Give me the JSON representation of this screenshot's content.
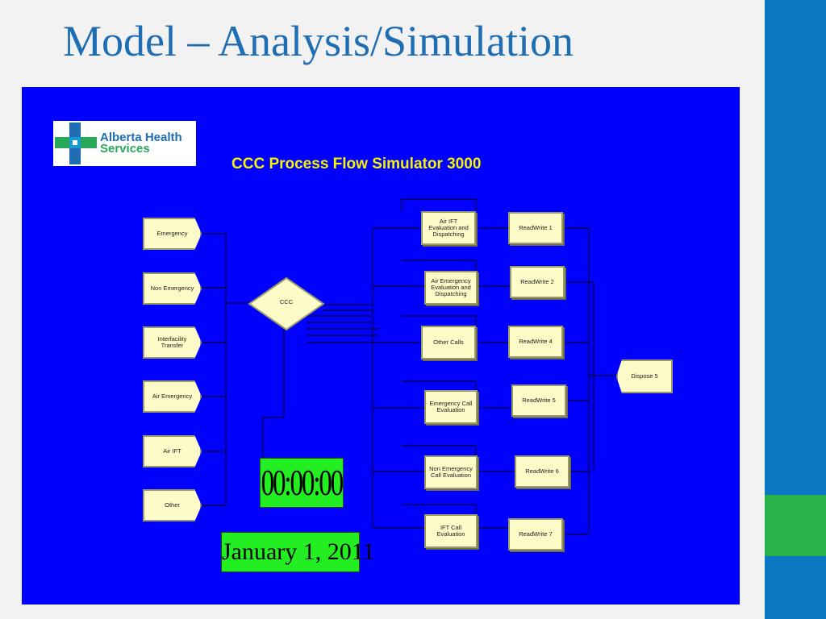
{
  "slide": {
    "title": "Model – Analysis/Simulation"
  },
  "logo": {
    "line1": "Alberta Health",
    "line2": "Services"
  },
  "simulator": {
    "title": "CCC Process Flow Simulator 3000"
  },
  "sources": [
    {
      "label": "Emergency"
    },
    {
      "label": "Non Emergency"
    },
    {
      "label": "Interfacility Transfer"
    },
    {
      "label": "Air Emergency"
    },
    {
      "label": "Air IFT"
    },
    {
      "label": "Other"
    }
  ],
  "decision": {
    "label": "CCC"
  },
  "processes": [
    {
      "label": "Air IFT Evaluation and Dispatching"
    },
    {
      "label": "Air Emergency Evaluation and Dispatching"
    },
    {
      "label": "Other Calls"
    },
    {
      "label": "Emergency Call Evaluation"
    },
    {
      "label": "Non Emergency Call Evaluation"
    },
    {
      "label": "IFT Call Evaluation"
    }
  ],
  "readwrites": [
    {
      "label": "ReadWrite 1"
    },
    {
      "label": "ReadWrite 2"
    },
    {
      "label": "ReadWrite 4"
    },
    {
      "label": "ReadWrite 5"
    },
    {
      "label": "ReadWrite 6"
    },
    {
      "label": "ReadWrite 7"
    }
  ],
  "dispose": {
    "label": "Dispose 5"
  },
  "clock": {
    "time": "00:00:00",
    "date": "January 1, 2011"
  },
  "colors": {
    "panel": "#0000ff",
    "title": "#1f6eb3",
    "accent_bar": "#0a78c2",
    "accent_green": "#27b34a",
    "display_green": "#22ee22",
    "sim_title": "#f5f500"
  }
}
